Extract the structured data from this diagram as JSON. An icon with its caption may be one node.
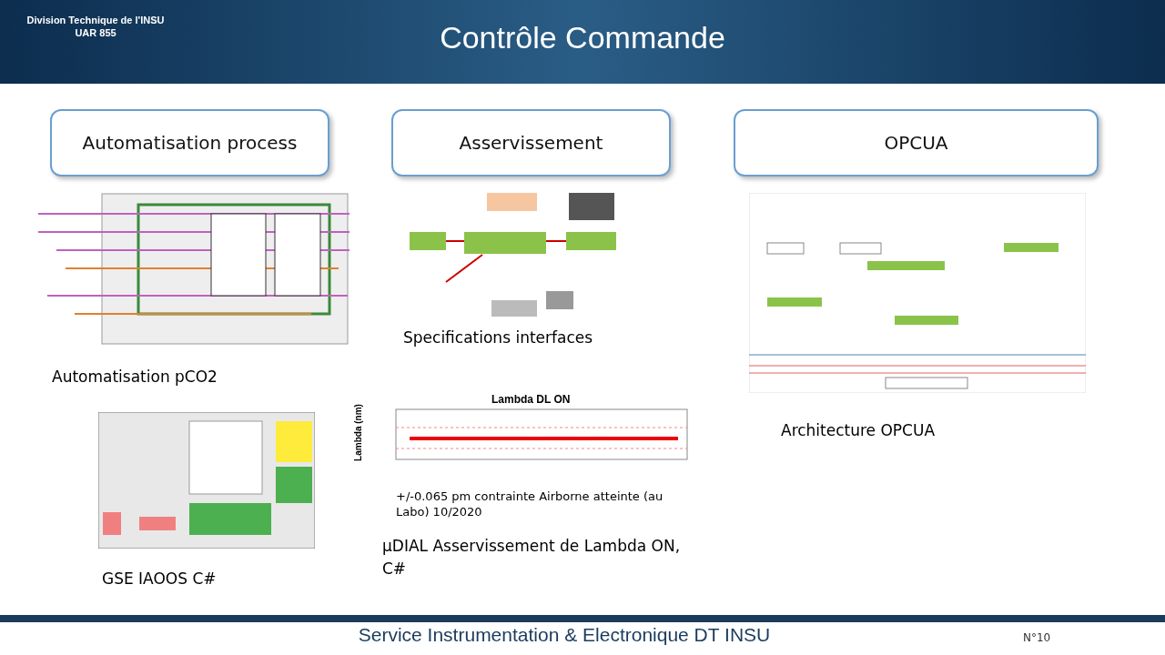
{
  "diagram": {
    "title": "Contrôle Commande",
    "nodes": [
      {
        "text": [
          "Automatisation process"
        ]
      },
      {
        "text": [
          "Asservissement"
        ]
      },
      {
        "text": [
          "OPCUA"
        ]
      }
    ],
    "labels": [
      "Division Technique de l'INSU",
      "UAR 855",
      "Specifications interfaces",
      "Automatisation pCO2",
      "Lambda DL ON",
      "Lambda (nm)",
      "+/-0.065 pm contrainte Airborne atteinte (au Labo) 10/2020",
      "Architecture OPCUA",
      "µDIAL Asservissement de Lambda ON, C#",
      "GSE IAOOS C#",
      "Service Instrumentation & Electronique DT INSU",
      "N°10"
    ]
  }
}
